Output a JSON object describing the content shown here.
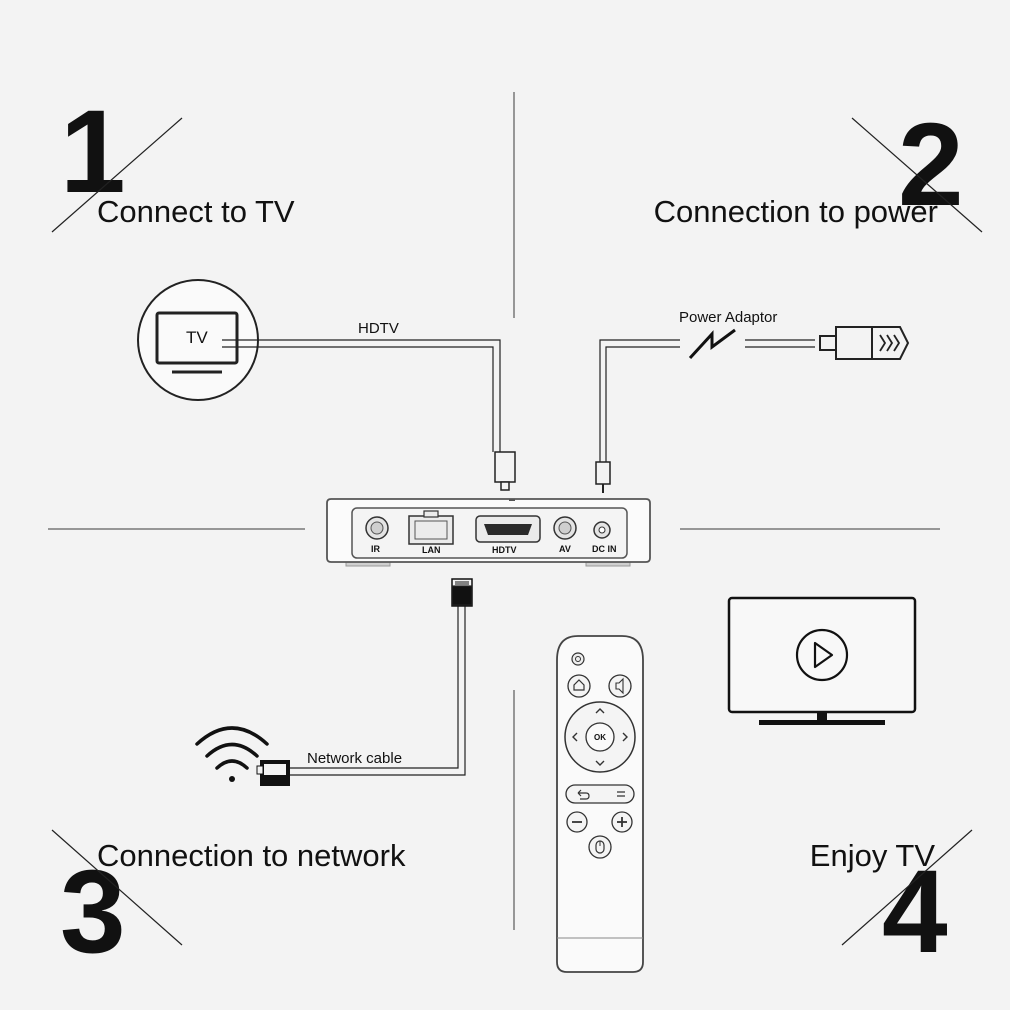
{
  "steps": [
    {
      "number": "1",
      "title": "Connect to TV"
    },
    {
      "number": "2",
      "title": "Connection to power"
    },
    {
      "number": "3",
      "title": "Connection to network"
    },
    {
      "number": "4",
      "title": "Enjoy TV"
    }
  ],
  "cables": {
    "hdmi": "HDTV",
    "power": "Power Adaptor",
    "network": "Network cable"
  },
  "tv_icon_label": "TV",
  "ports": [
    "IR",
    "LAN",
    "HDTV",
    "AV",
    "DC IN"
  ],
  "remote": {
    "ok_label": "OK"
  },
  "icons": [
    "tv-icon",
    "power-plug-icon",
    "lightning-icon",
    "wifi-icon",
    "play-icon",
    "power-button-icon",
    "home-icon",
    "volume-icon",
    "back-icon",
    "menu-icon",
    "minus-icon",
    "plus-icon",
    "mouse-icon"
  ],
  "colors": {
    "background": "#f3f3f3",
    "ink": "#111111",
    "cable": "#222222",
    "divider": "#555555"
  }
}
